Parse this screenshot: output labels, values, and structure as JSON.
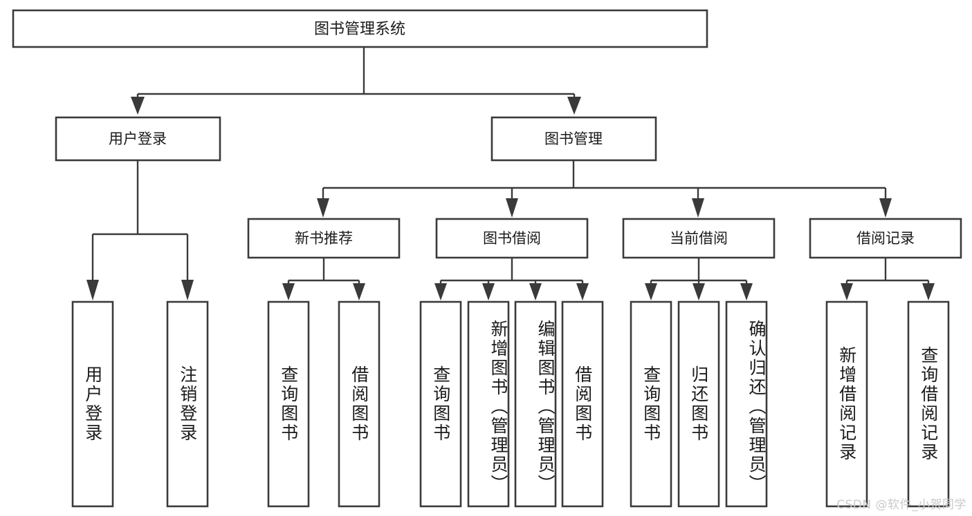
{
  "diagram": {
    "title": "图书管理系统",
    "type": "tree-hierarchy-diagram",
    "colors": {
      "stroke": "#3a3a3a",
      "box_fill": "#ffffff",
      "text": "#1a1a1a",
      "background": "#ffffff",
      "watermark": "#c9c9c9"
    },
    "root": {
      "label": "图书管理系统"
    },
    "level2": [
      {
        "id": "user-login",
        "label": "用户登录"
      },
      {
        "id": "book-management",
        "label": "图书管理"
      }
    ],
    "level3": [
      {
        "id": "new-book-recommend",
        "label": "新书推荐"
      },
      {
        "id": "book-borrow",
        "label": "图书借阅"
      },
      {
        "id": "current-borrow",
        "label": "当前借阅"
      },
      {
        "id": "borrow-record",
        "label": "借阅记录"
      }
    ],
    "leaves": {
      "user-login": [
        {
          "id": "leaf-user-login",
          "label": "用户登录"
        },
        {
          "id": "leaf-logout",
          "label": "注销登录"
        }
      ],
      "new-book-recommend": [
        {
          "id": "leaf-query-book-1",
          "label": "查询图书"
        },
        {
          "id": "leaf-borrow-book-1",
          "label": "借阅图书"
        }
      ],
      "book-borrow": [
        {
          "id": "leaf-query-book-2",
          "label": "查询图书"
        },
        {
          "id": "leaf-add-book",
          "label": "新增图书（管理员）"
        },
        {
          "id": "leaf-edit-book",
          "label": "编辑图书（管理员）"
        },
        {
          "id": "leaf-borrow-book-2",
          "label": "借阅图书"
        }
      ],
      "current-borrow": [
        {
          "id": "leaf-query-book-3",
          "label": "查询图书"
        },
        {
          "id": "leaf-return-book",
          "label": "归还图书"
        },
        {
          "id": "leaf-confirm-return",
          "label": "确认归还（管理员）"
        }
      ],
      "borrow-record": [
        {
          "id": "leaf-add-record",
          "label": "新增借阅记录"
        },
        {
          "id": "leaf-query-record",
          "label": "查询借阅记录"
        }
      ]
    }
  },
  "watermark": {
    "text": "CSDN @软件_小贺同学"
  }
}
